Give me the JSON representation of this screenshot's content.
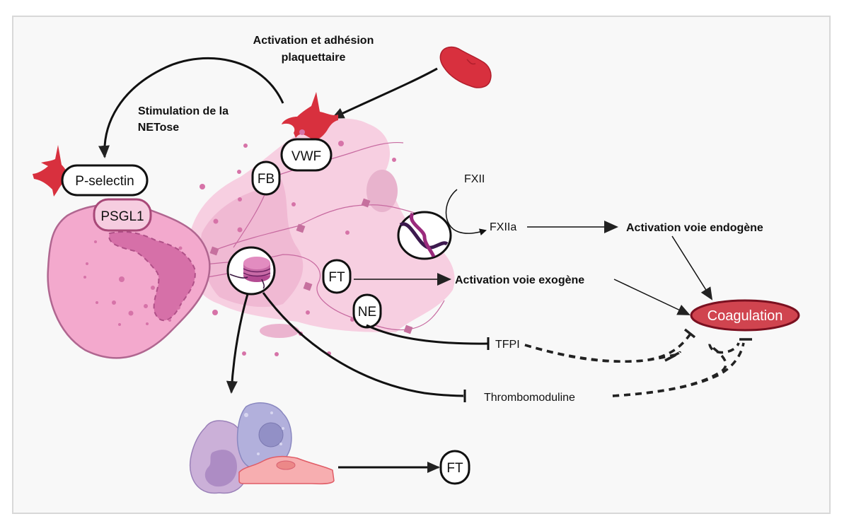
{
  "title_labels": {
    "platelet_activation": [
      "Activation et adhésion",
      "plaquettaire"
    ],
    "netosis_stimulation": [
      "Stimulation de la",
      "NETose"
    ]
  },
  "molecules": {
    "p_selectin": "P-selectin",
    "psgl1": "PSGL1",
    "vwf": "VWF",
    "fb": "FB",
    "ft_net": "FT",
    "ne": "NE",
    "ft_cells": "FT"
  },
  "factors": {
    "fxii": "FXII",
    "fxiia": "FXIIa",
    "tfpi": "TFPI",
    "thrombomodulin": "Thrombomoduline"
  },
  "pathways": {
    "endogenous": "Activation voie endogène",
    "exogenous": "Activation voie exogène"
  },
  "outcome": {
    "coagulation": "Coagulation"
  },
  "colors": {
    "platelet_red": "#d8303e",
    "coagulation_fill": "#d0444f",
    "coagulation_border": "#7a1020",
    "neutrophil_pink": "#f3a9cd",
    "nucleus_pink": "#d670a8",
    "net_pink": "#f5cfe2",
    "frame_bg": "#f8f8f8",
    "arrow_black": "#111111"
  },
  "icons": [
    "activated-platelet-icon",
    "red-blood-cell-icon",
    "neutrophil-icon",
    "nucleosome-icon",
    "dna-helix-icon",
    "monocyte-icon",
    "macrophage-icon",
    "endothelial-cell-icon"
  ]
}
